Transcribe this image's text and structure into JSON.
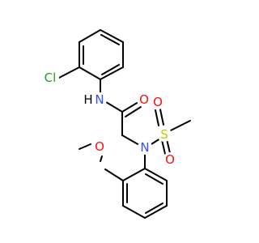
{
  "molecule": {
    "atom_labels": {
      "chlorine": "Cl",
      "amide_nh": "N",
      "amide_h": "H",
      "carbonyl_o": "O",
      "sulfonamide_n": "N",
      "sulfur": "S",
      "sulfonyl_o_top": "O",
      "sulfonyl_o_bottom": "O",
      "methoxy_o": "O"
    },
    "colors": {
      "carbon_bonds": "#000000",
      "chlorine": "#1fa01f",
      "nitrogen": "#3050f8",
      "oxygen": "#ff0d0d",
      "sulfur": "#c6c600",
      "hydrogen": "#000000"
    }
  }
}
